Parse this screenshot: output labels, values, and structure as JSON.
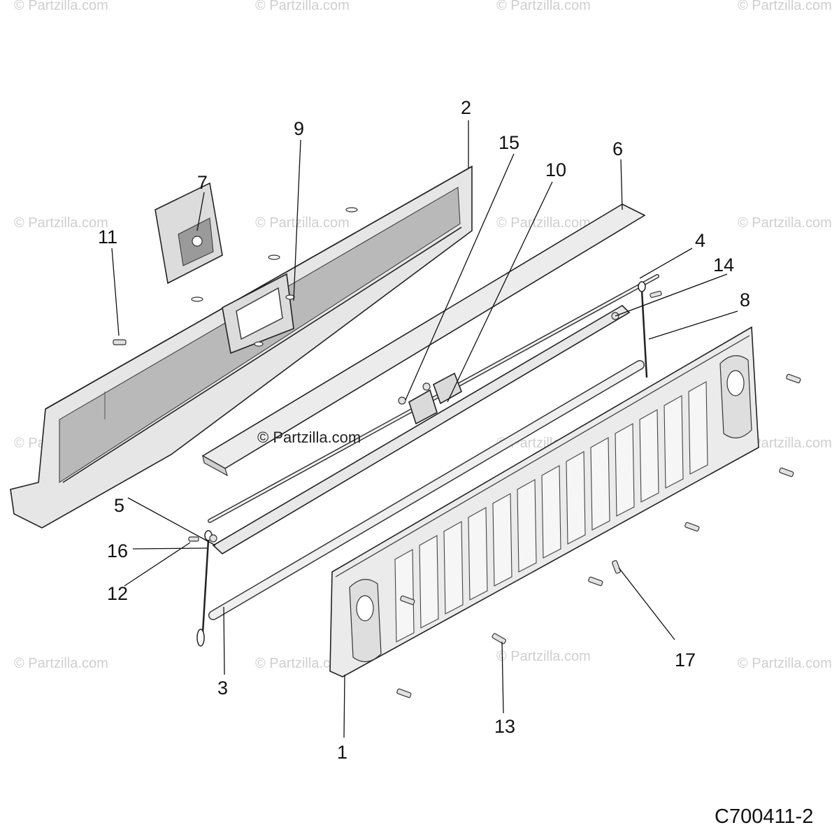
{
  "watermark": "© Partzilla.com",
  "figure_code": "C700411-2",
  "colors": {
    "part_fill": "#e8e8e8",
    "part_shade": "#bdbdbd",
    "line": "#222222",
    "watermark": "#cfcfcf"
  },
  "callouts": [
    {
      "id": "c1",
      "label": "1"
    },
    {
      "id": "c2",
      "label": "2"
    },
    {
      "id": "c3",
      "label": "3"
    },
    {
      "id": "c4",
      "label": "4"
    },
    {
      "id": "c5",
      "label": "5"
    },
    {
      "id": "c6",
      "label": "6"
    },
    {
      "id": "c7",
      "label": "7"
    },
    {
      "id": "c8",
      "label": "8"
    },
    {
      "id": "c9",
      "label": "9"
    },
    {
      "id": "c10",
      "label": "10"
    },
    {
      "id": "c11",
      "label": "11"
    },
    {
      "id": "c12",
      "label": "12"
    },
    {
      "id": "c13",
      "label": "13"
    },
    {
      "id": "c14",
      "label": "14"
    },
    {
      "id": "c15",
      "label": "15"
    },
    {
      "id": "c16",
      "label": "16"
    },
    {
      "id": "c17",
      "label": "17"
    }
  ]
}
